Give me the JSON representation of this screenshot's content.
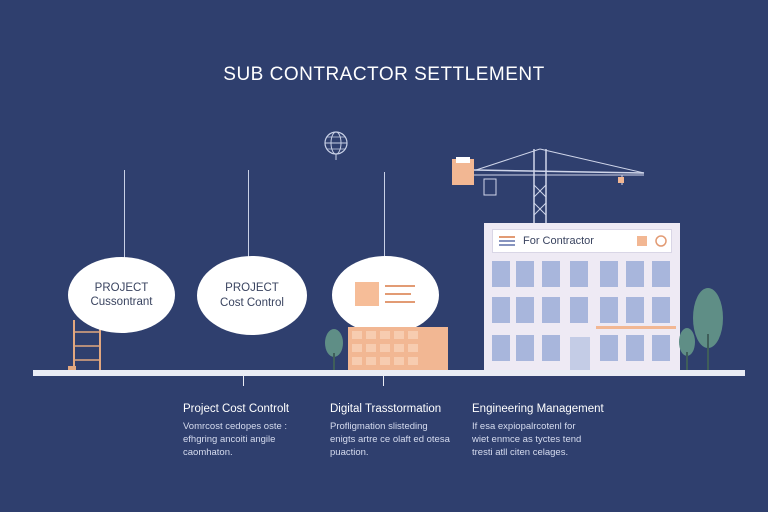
{
  "title": "SUB CONTRACTOR SETTLEMENT",
  "bubbles": [
    {
      "line1": "PROJECT",
      "line2": "Cussontrant"
    },
    {
      "line1": "PROJECT",
      "line2": "Cost Control"
    }
  ],
  "building": {
    "sign": "For Contractor"
  },
  "captions": [
    {
      "title": "Project Cost Controlt",
      "desc": "Vomrcost cedopes oste : efhgring ancoiti angile caomhaton."
    },
    {
      "title": "Digital Trasstormation",
      "desc": "Profligmation slisteding enigts artre ce olaft ed otesa puaction."
    },
    {
      "title": "Engineering Management",
      "desc": "If esa expiopalrcotenl for wiet enmce as tyctes tend tresti atll citen celages."
    }
  ],
  "colors": {
    "background": "#2f3f6e",
    "accent": "#f2b793",
    "window": "#a8b6dc",
    "tree": "#5f8e86"
  },
  "icons": [
    "globe-icon",
    "document-icon",
    "list-icon",
    "image-icon",
    "crane-icon",
    "tree-icon",
    "scaffold-icon"
  ]
}
